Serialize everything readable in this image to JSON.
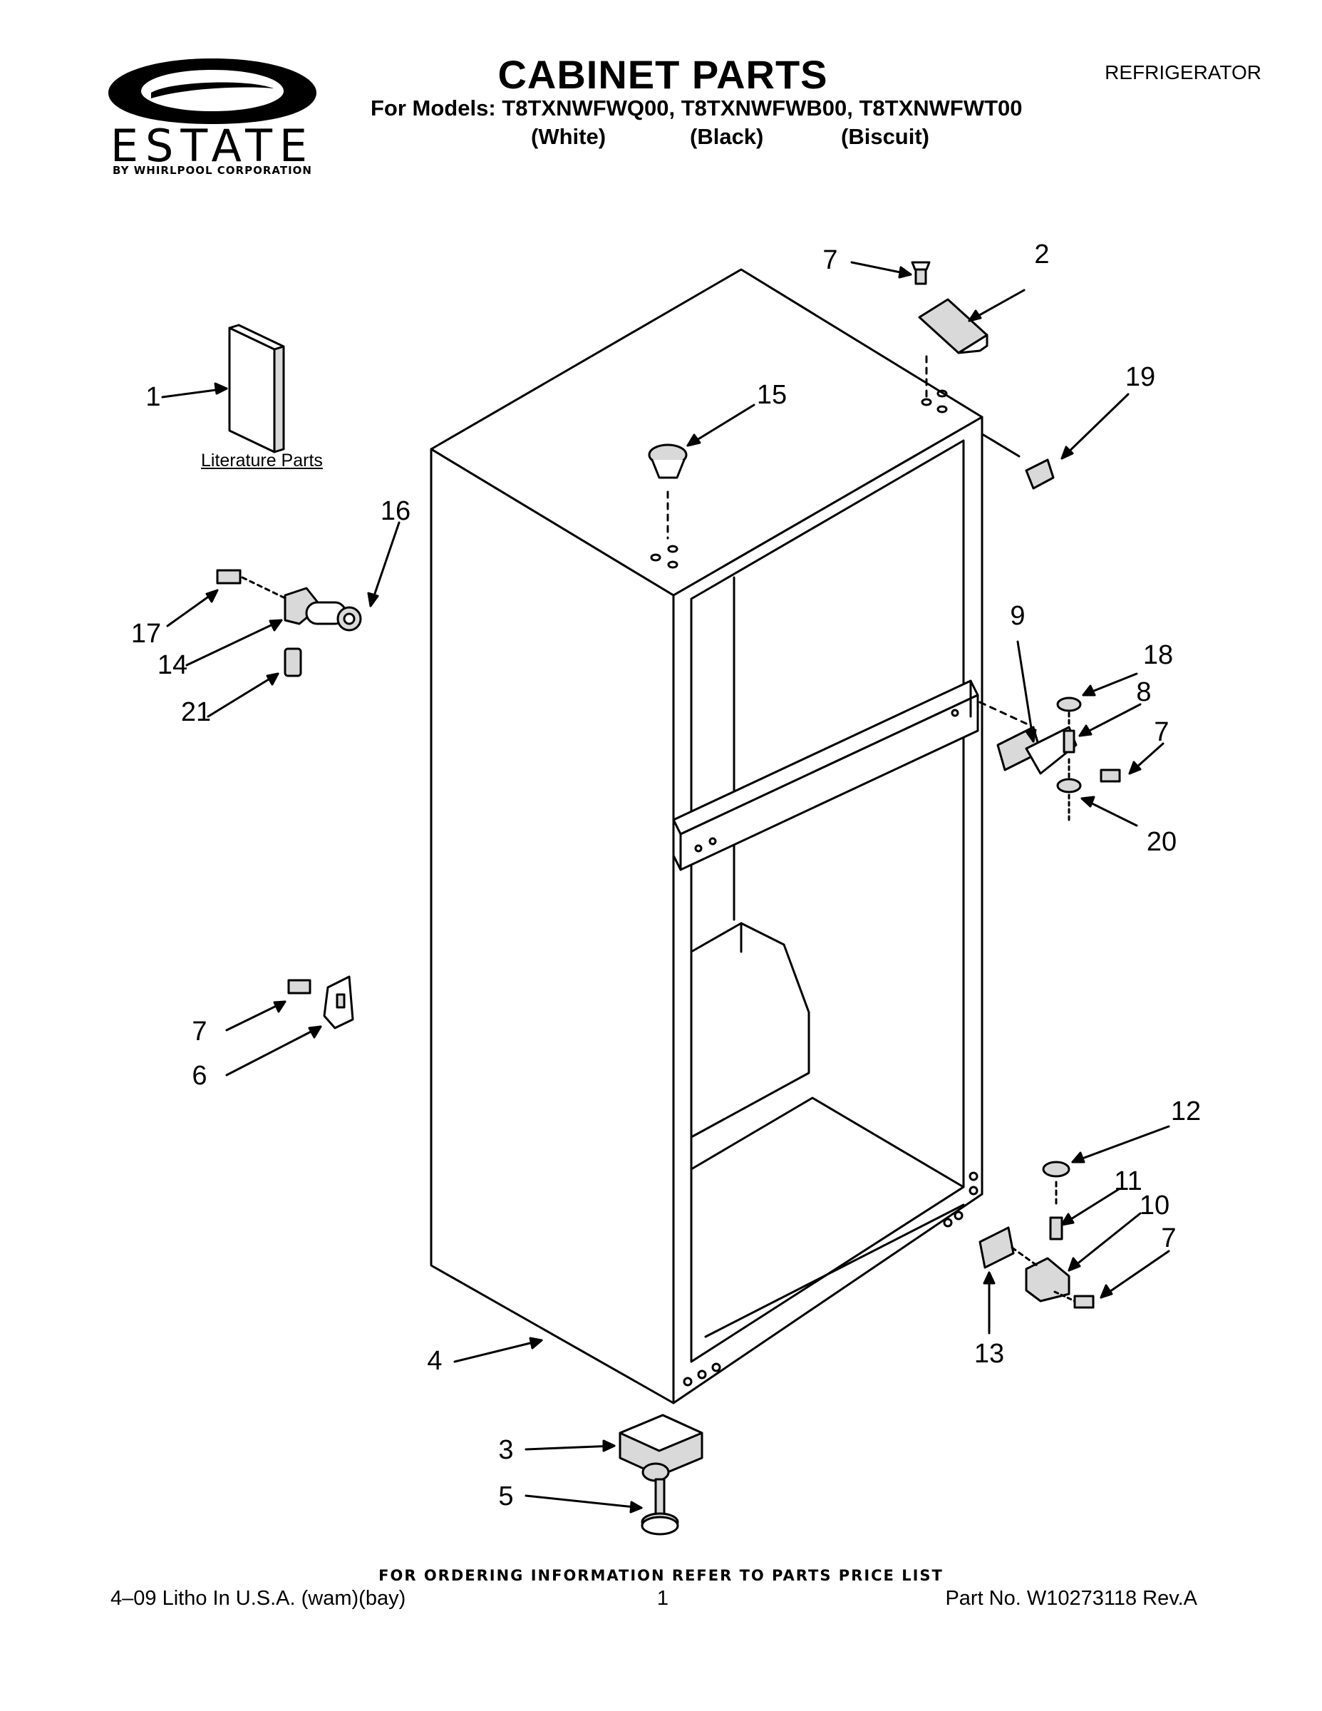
{
  "header": {
    "brand": "ESTATE",
    "brand_byline": "BY WHIRLPOOL CORPORATION",
    "title": "CABINET PARTS",
    "category": "REFRIGERATOR",
    "models_line": "For Models: T8TXNWFWQ00, T8TXNWFWB00, T8TXNWFWT00",
    "colors": [
      "(White)",
      "(Black)",
      "(Biscuit)"
    ]
  },
  "diagram": {
    "literature_label": "Literature Parts",
    "callouts": [
      "1",
      "2",
      "3",
      "4",
      "5",
      "6",
      "7",
      "7",
      "7",
      "7",
      "8",
      "9",
      "10",
      "11",
      "12",
      "13",
      "14",
      "15",
      "16",
      "17",
      "18",
      "19",
      "20",
      "21"
    ]
  },
  "footer": {
    "order_info": "FOR ORDERING INFORMATION REFER TO PARTS PRICE LIST",
    "litho": "4–09 Litho In U.S.A. (wam)(bay)",
    "page_number": "1",
    "part_number": "Part No. W10273118 Rev.A"
  },
  "colors": {
    "ink": "#000000",
    "paper": "#ffffff",
    "part_fill": "#d9d9d9"
  }
}
